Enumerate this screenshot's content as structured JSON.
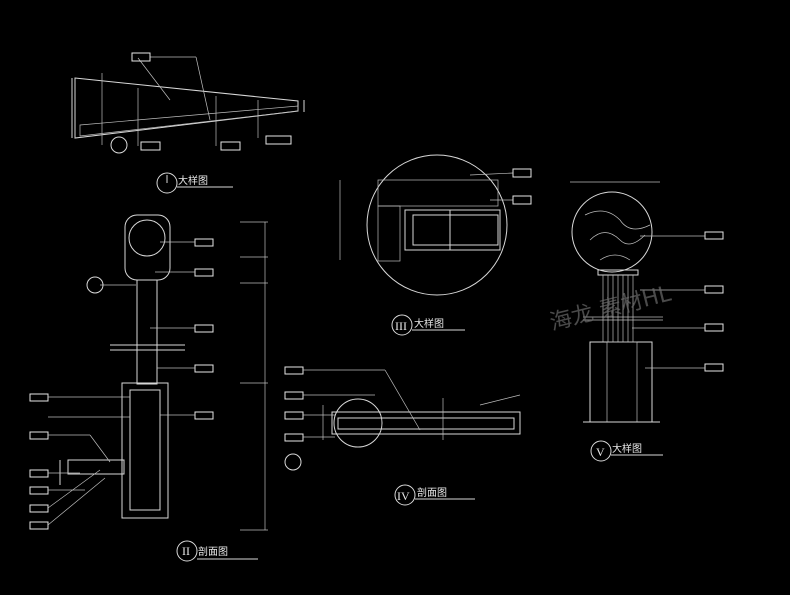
{
  "details": [
    {
      "id": "I",
      "title": "大样图"
    },
    {
      "id": "II",
      "title": "剖面图"
    },
    {
      "id": "III",
      "title": "大样图"
    },
    {
      "id": "IV",
      "title": "剖面图"
    },
    {
      "id": "V",
      "title": "大样图"
    }
  ],
  "watermark": "海龙  素材HL",
  "colors": {
    "background": "#000000",
    "line": "#d8d8d8"
  }
}
